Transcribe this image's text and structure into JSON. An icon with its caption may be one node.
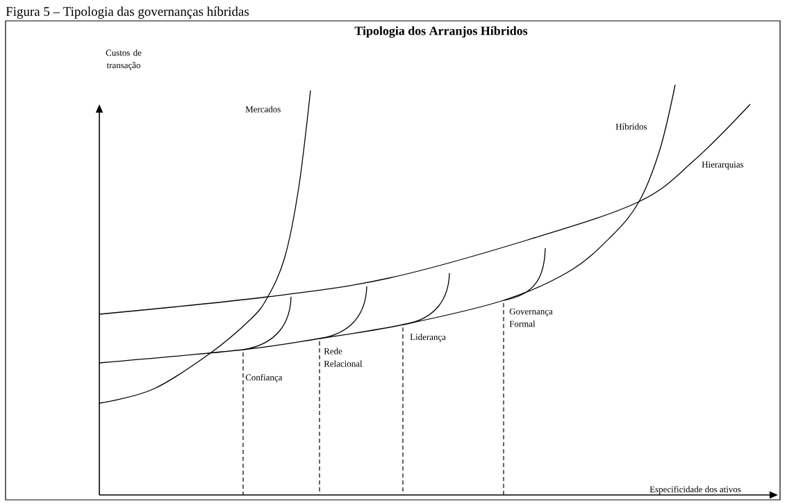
{
  "diagram": {
    "title": "Tipologia dos Arranjos Híbridos",
    "caption": "Figura 5 – Tipologia das governanças híbridas",
    "labels": [
      "Custos de transação",
      "Mercados",
      "Híbridos",
      "Hierarquias",
      "Governança Formal",
      "Liderança",
      "Rede Relacional",
      "Confiança",
      "Especificidade dos ativos"
    ]
  }
}
